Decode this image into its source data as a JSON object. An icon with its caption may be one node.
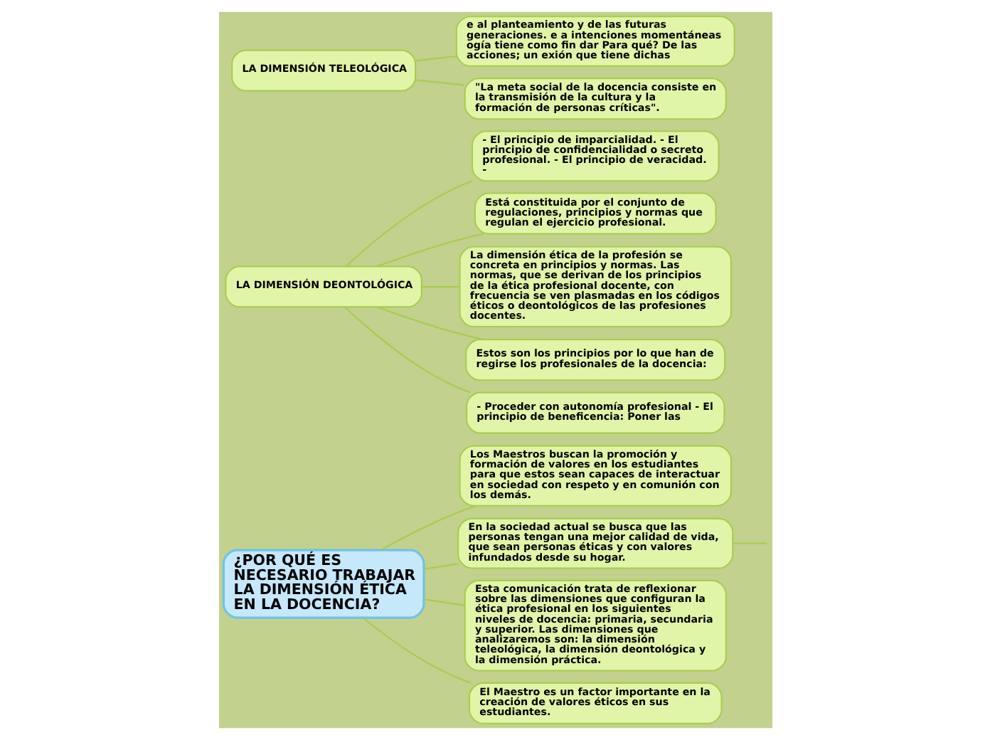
{
  "diagram": {
    "nodes": [
      {
        "text": [
          "¿POR QUÉ ES NECESARIO TRABAJAR LA DIMENSIÓN ÉTICA EN LA DOCENCIA?"
        ]
      },
      {
        "text": [
          "Los Maestros buscan la promoción y formación de valores en los estudiantes para que estos sean capaces de interactuar en sociedad con respeto y en comunión con los demás."
        ]
      },
      {
        "text": [
          "En la sociedad actual se busca que las personas tengan una mejor calidad de vida, que sean personas éticas y con valores infundados desde su hogar."
        ]
      },
      {
        "text": [
          "Esta comunicación trata de reflexionar sobre las dimensiones que configuran la ética profesional en los siguientes niveles de docencia: primaria, secundaria y superior. Las dimensiones que analizaremos son: la dimensión teleológica, la dimensión deontológica y la dimensión práctica."
        ]
      },
      {
        "text": [
          "El Maestro es un factor importante en la creación de valores éticos en sus estudiantes."
        ]
      },
      {
        "text": [
          "- El principio de imparcialidad. - El principio de confidencialidad o secreto profesional. - El principio de veracidad. -"
        ]
      },
      {
        "text": [
          "LA DIMENSIÓN TELEOLÓGICA"
        ]
      },
      {
        "text": [
          "LA DIMENSIÓN DEONTOLÓGICA"
        ]
      },
      {
        "text": [
          "Está constituida por el conjunto de regulaciones, principios y normas que regulan el ejercicio profesional."
        ]
      },
      {
        "text": [
          "e al planteamiento y de las futuras generaciones. e a intenciones momentáneas ogía tiene como fin dar Para qué? De las acciones; un exión que tiene dichas"
        ]
      },
      {
        "text": [
          "\"La meta social de la docencia consiste en la transmisión de la cultura y la formación de personas críticas\"."
        ]
      },
      {
        "text": [
          "La dimensión ética de la profesión se concreta en principios y normas. Las normas, que se derivan de los principios de la ética profesional docente, con frecuencia se ven plasmadas en los códigos éticos o deontológicos de las profesiones docentes."
        ]
      },
      {
        "text": [
          "Estos son los principios por lo que han de regirse los profesionales de la docencia:"
        ]
      },
      {
        "text": [
          "- Proceder con autonomía profesional - El principio de beneficencia: Poner las"
        ]
      }
    ],
    "edges": [
      {
        "from": 0,
        "to": 1,
        "arrow": "none"
      },
      {
        "from": 0,
        "to": 2,
        "arrow": "none"
      },
      {
        "from": 0,
        "to": 3,
        "arrow": "none"
      },
      {
        "from": 0,
        "to": 4,
        "arrow": "none"
      },
      {
        "from": 2,
        "to": null,
        "arrow": "none"
      },
      {
        "from": 7,
        "to": 5,
        "arrow": "none"
      },
      {
        "from": 7,
        "to": 8,
        "arrow": "none"
      },
      {
        "from": 7,
        "to": 11,
        "arrow": "none"
      },
      {
        "from": 7,
        "to": 12,
        "arrow": "none"
      },
      {
        "from": 7,
        "to": 13,
        "arrow": "none"
      },
      {
        "from": 6,
        "to": 9,
        "arrow": "none"
      },
      {
        "from": 6,
        "to": 10,
        "arrow": "none"
      }
    ]
  }
}
